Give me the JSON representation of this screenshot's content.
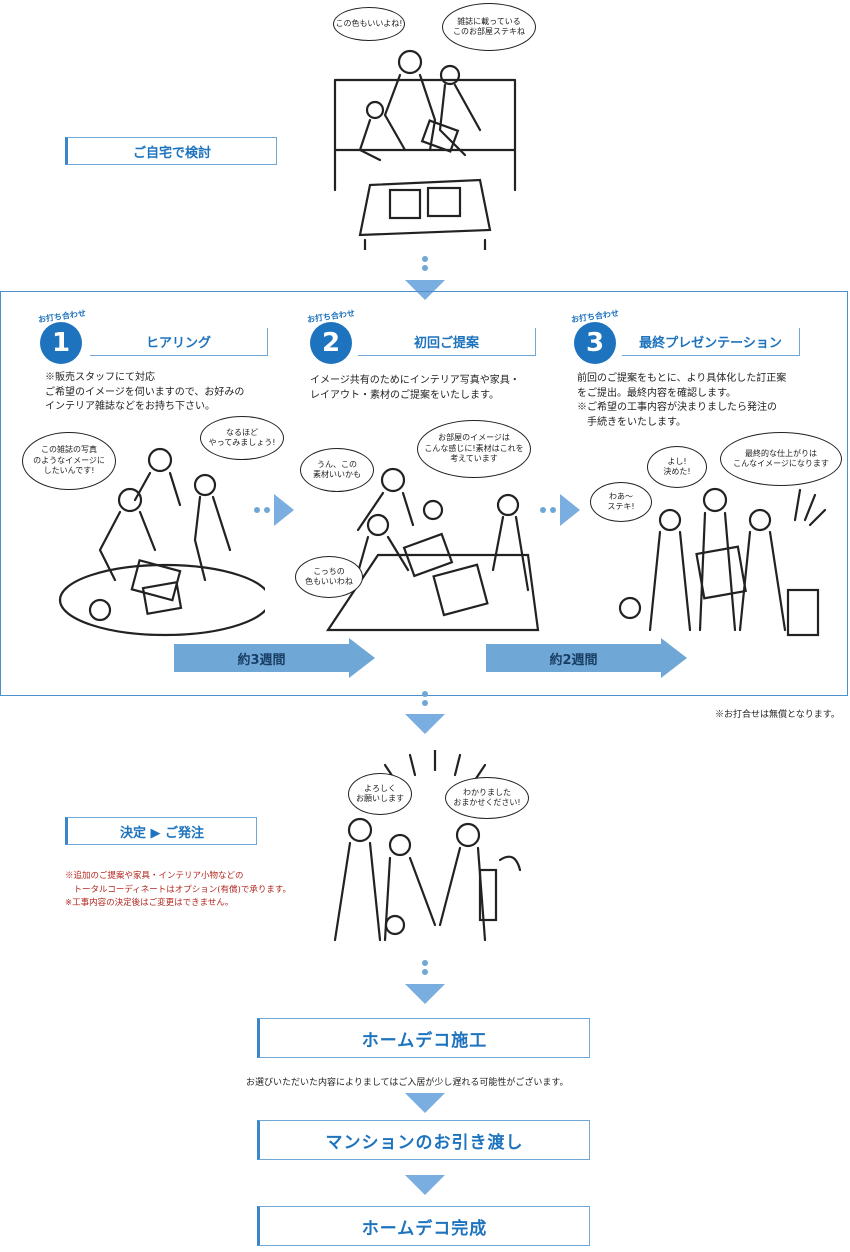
{
  "home_review": {
    "label": "ご自宅で検討",
    "bubbles": [
      "この色もいいよね!",
      "雑誌に載っている\nこのお部屋ステキね"
    ]
  },
  "steps": [
    {
      "tag": "お打ち合わせ",
      "number": "1",
      "title": "ヒアリング",
      "description": "※販売スタッフにて対応\nご希望のイメージを伺いますので、お好みの\nインテリア雑誌などをお持ち下さい。",
      "bubbles": [
        "この雑誌の写真\nのようなイメージに\nしたいんです!",
        "なるほど\nやってみましょう!"
      ]
    },
    {
      "tag": "お打ち合わせ",
      "number": "2",
      "title": "初回ご提案",
      "description": "イメージ共有のためにインテリア写真や家具・\nレイアウト・素材のご提案をいたします。",
      "bubbles": [
        "うん、この\n素材いいかも",
        "お部屋のイメージは\nこんな感じに!素材はこれを\n考えています",
        "こっちの\n色もいいわね"
      ]
    },
    {
      "tag": "お打ち合わせ",
      "number": "3",
      "title": "最終プレゼンテーション",
      "description": "前回のご提案をもとに、より具体化した訂正案\nをご提出。最終内容を確認します。\n※ご希望の工事内容が決まりましたら発注の\n　手続きをいたします。",
      "bubbles": [
        "よし!\n決めた!",
        "最終的な仕上がりは\nこんなイメージになります",
        "わあ〜\nステキ!"
      ]
    }
  ],
  "durations": [
    "約3週間",
    "約2週間"
  ],
  "free_note": "※お打合せは無償となります。",
  "order": {
    "label": "決定 ▶ ご発注",
    "notes": "※追加のご提案や家具・インテリア小物などの\n　トータルコーディネートはオプション(有償)で承ります。\n※工事内容の決定後はご変更はできません。",
    "bubbles": [
      "よろしく\nお願いします",
      "わかりました\nおまかせください!"
    ]
  },
  "construction": {
    "label": "ホームデコ施工",
    "note": "お選びいただいた内容によりましてはご入居が少し遅れる可能性がございます。"
  },
  "handover": {
    "label": "マンションのお引き渡し"
  },
  "completion": {
    "label": "ホームデコ完成"
  },
  "colors": {
    "accent": "#1e73be",
    "arrow": "#6fa7d6",
    "note_red": "#b3261e"
  }
}
